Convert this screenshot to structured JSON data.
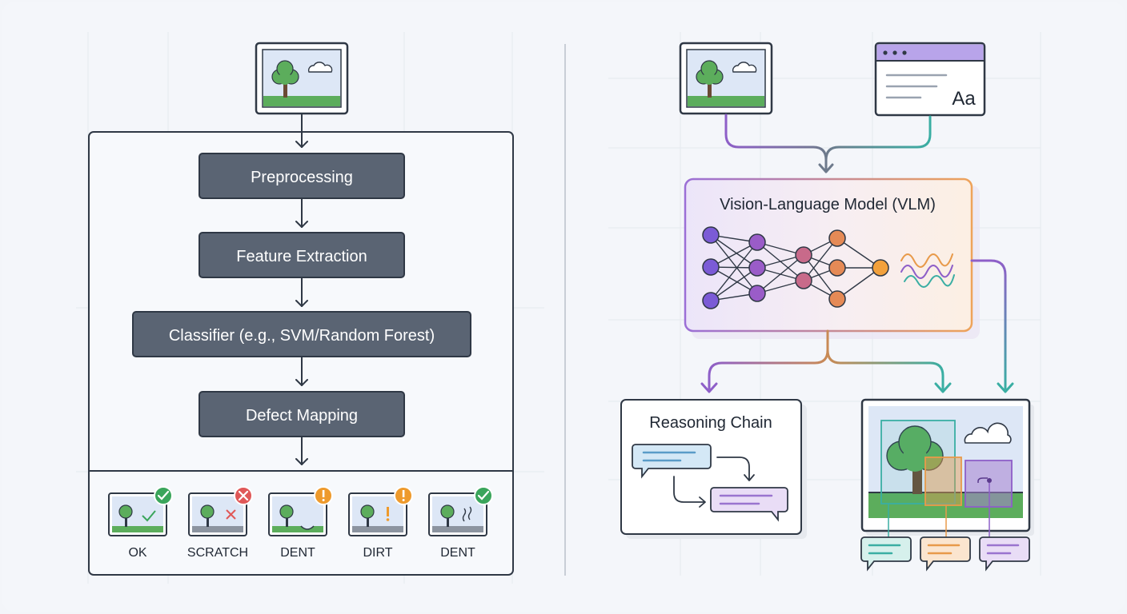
{
  "pipeline": {
    "steps": [
      "Preprocessing",
      "Feature Extraction",
      "Classifier (e.g., SVM/Random Forest)",
      "Defect Mapping"
    ],
    "results": [
      {
        "label": "OK",
        "status": "ok",
        "mark": "check"
      },
      {
        "label": "SCRATCH",
        "status": "error",
        "mark": "cross"
      },
      {
        "label": "DENT",
        "status": "warning",
        "mark": "dent"
      },
      {
        "label": "DIRT",
        "status": "warning",
        "mark": "exclaim"
      },
      {
        "label": "DENT",
        "status": "ok",
        "mark": "wave"
      }
    ]
  },
  "vlm": {
    "model_label": "Vision-Language Model (VLM)",
    "text_input_glyph": "Aa",
    "reasoning_title": "Reasoning Chain"
  },
  "colors": {
    "dark_box": "#5a6473",
    "ok": "#3aa55b",
    "error": "#e05858",
    "warning": "#ee9a2c",
    "purple": "#8e5fc8",
    "orange": "#e89a4a",
    "teal": "#3aaea3",
    "grass": "#5cad5c",
    "sky": "#dde7f6"
  }
}
